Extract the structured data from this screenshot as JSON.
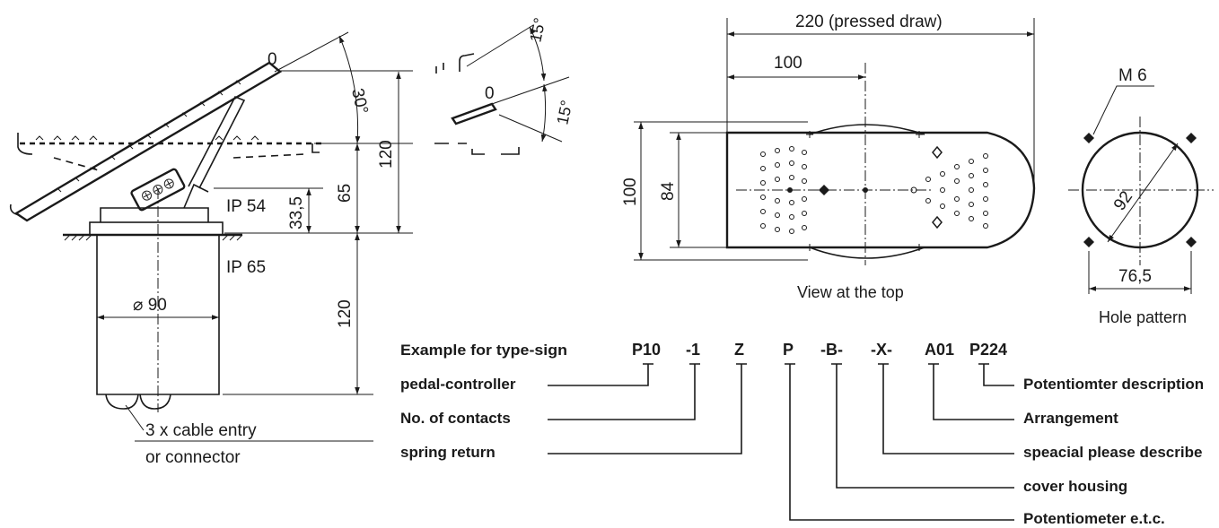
{
  "side_view": {
    "pedal_zero": "0",
    "angle_30": "30°",
    "dim_120_top": "120",
    "dim_65": "65",
    "dim_33_5": "33,5",
    "ip54": "IP 54",
    "ip65": "IP 65",
    "dim_120_body": "120",
    "diameter": "⌀ 90",
    "cable_entry": "3 x cable entry",
    "connector": "or connector"
  },
  "angle_detail": {
    "zero": "0",
    "angle_15_top": "15°",
    "angle_15_bottom": "15°"
  },
  "top_view": {
    "dim_220": "220 (pressed draw)",
    "dim_100_horizontal": "100",
    "dim_100_vertical": "100",
    "dim_84": "84",
    "caption": "View at the top"
  },
  "hole_pattern": {
    "thread": "M 6",
    "dim_92": "92",
    "dim_76_5": "76,5",
    "caption": "Hole pattern"
  },
  "type_sign": {
    "heading": "Example for type-sign",
    "codes": [
      "P10",
      "-1",
      "Z",
      "P",
      "-B-",
      "-X-",
      "A01",
      "P224"
    ],
    "left_labels": [
      "pedal-controller",
      "No. of contacts",
      "spring return"
    ],
    "right_labels": [
      "Potentiomter description",
      "Arrangement",
      "speacial please describe",
      "cover housing",
      "Potentiometer e.t.c."
    ]
  }
}
